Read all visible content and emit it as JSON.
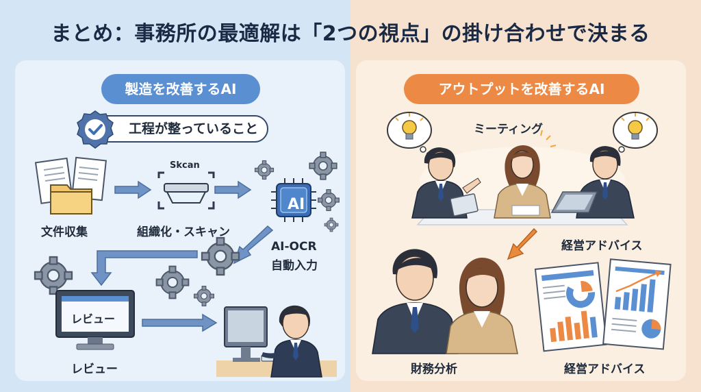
{
  "title": "まとめ：事務所の最適解は「2つの視点」の掛け合わせで決まる",
  "left": {
    "heading": "製造を改善するAI",
    "condition": "工程が整っていること",
    "steps": {
      "collect": "文件収集",
      "scan_device_label": "Skcan",
      "scan": "組織化・スキャン",
      "ai_chip": "AI",
      "ocr_line1": "AI-OCR",
      "ocr_line2": "自動入力",
      "review_screen": "レビュー",
      "review": "レビュー"
    }
  },
  "right": {
    "heading": "アウトプットを改善するAI",
    "meeting": "ミーティング",
    "advice_top": "経営アドバイス",
    "financial": "財務分析",
    "advice_bottom": "経営アドバイス"
  },
  "colors": {
    "blue_accent": "#5a8fd1",
    "orange_accent": "#ec8a45",
    "arrow_blue": "#6e93c4",
    "arrow_orange": "#e98a3c"
  }
}
